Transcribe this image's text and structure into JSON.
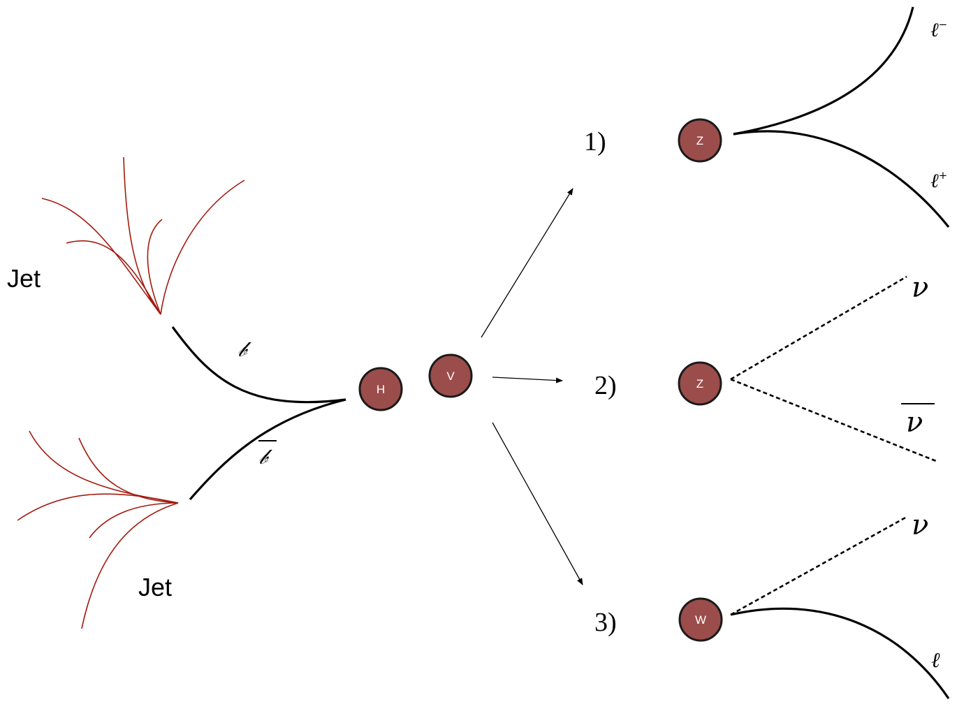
{
  "colors": {
    "node_fill": "#9b4d4b",
    "node_stroke": "#1a1a1a",
    "jet_line": "#a31a0e",
    "line": "#000000"
  },
  "jets": {
    "upper_label": "Jet",
    "lower_label": "Jet"
  },
  "quarks": {
    "b_label": "𝒷",
    "bbar_label": "𝒷"
  },
  "nodes": {
    "higgs": "H",
    "vector": "V",
    "z1": "Z",
    "z2": "Z",
    "w": "W"
  },
  "channels": {
    "one": "1)",
    "two": "2)",
    "three": "3)"
  },
  "products": {
    "lepton_minus": "ℓ",
    "lepton_minus_sup": "−",
    "lepton_plus": "ℓ",
    "lepton_plus_sup": "+",
    "neutrino_z": "ν",
    "antineutrino_z": "ν",
    "neutrino_w": "ν",
    "lepton_w": "ℓ"
  }
}
